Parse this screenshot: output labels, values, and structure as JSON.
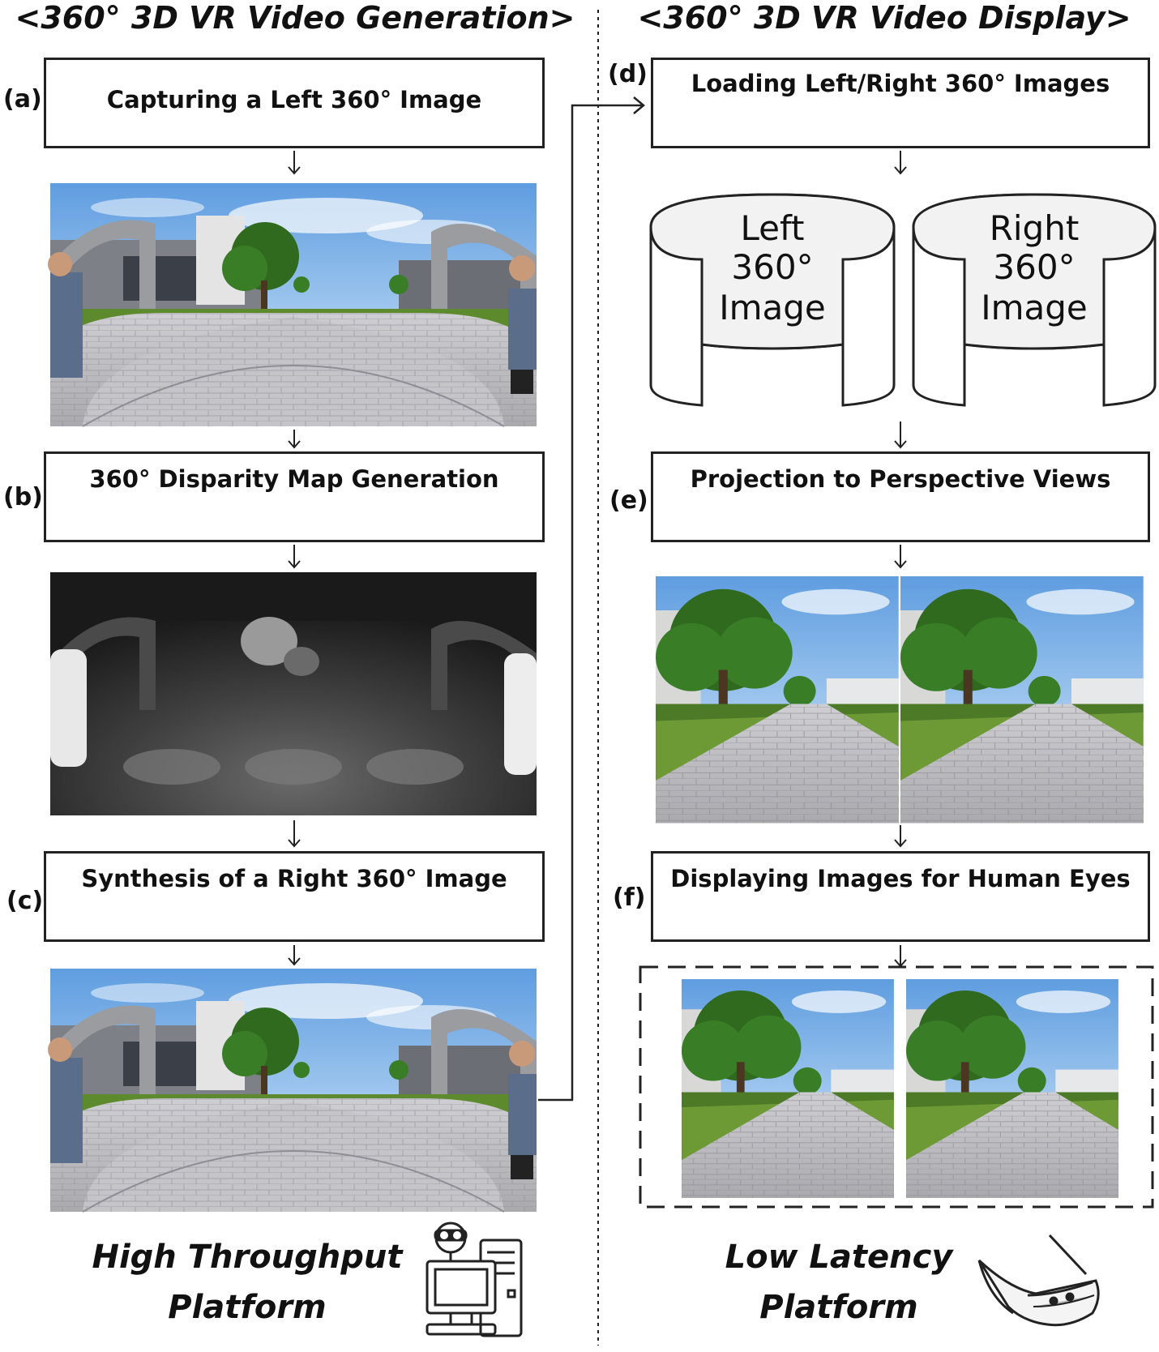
{
  "headings": {
    "left": "<360° 3D VR Video Generation>",
    "right": "<360° 3D VR Video Display>"
  },
  "steps": {
    "a": {
      "label": "(a)",
      "text": "Capturing a Left 360° Image"
    },
    "b": {
      "label": "(b)",
      "text": "360° Disparity Map Generation"
    },
    "c": {
      "label": "(c)",
      "text": "Synthesis of a Right 360° Image"
    },
    "d": {
      "label": "(d)",
      "text": "Loading Left/Right 360° Images"
    },
    "e": {
      "label": "(e)",
      "text": "Projection to Perspective Views"
    },
    "f": {
      "label": "(f)",
      "text": "Displaying Images for Human Eyes"
    }
  },
  "cylinders": {
    "left": {
      "line1": "Left",
      "line2": "360°",
      "line3": "Image"
    },
    "right": {
      "line1": "Right",
      "line2": "360°",
      "line3": "Image"
    }
  },
  "platforms": {
    "high": {
      "line1": "High Throughput",
      "line2": "Platform"
    },
    "low": {
      "line1": "Low Latency",
      "line2": "Platform"
    }
  },
  "icons": {
    "computer": "desktop-computer-icon",
    "vr_headset": "vr-headset-icon"
  },
  "colors": {
    "sky": "#7fb3e6",
    "grass": "#5e8a2e",
    "tree": "#2f6a1f",
    "pavement": "#b9b9bd",
    "building": "#8c8f94",
    "disparity_dark": "#1c1c1c"
  }
}
